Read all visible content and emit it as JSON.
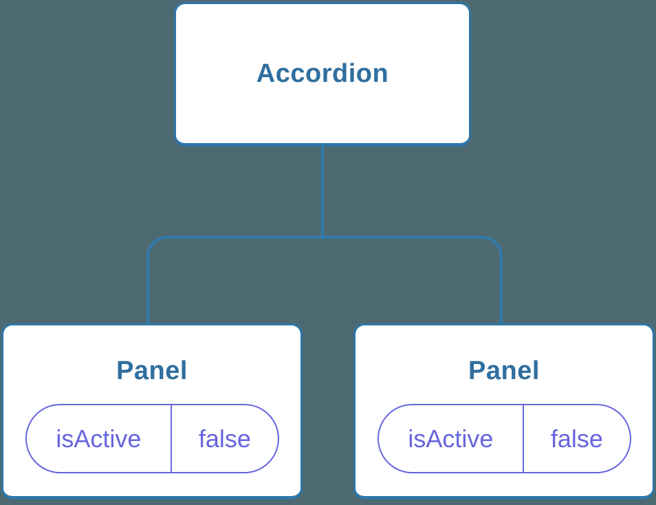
{
  "diagram": {
    "type": "component-tree",
    "root": {
      "label": "Accordion"
    },
    "children": [
      {
        "label": "Panel",
        "state": {
          "key": "isActive",
          "value": "false"
        }
      },
      {
        "label": "Panel",
        "state": {
          "key": "isActive",
          "value": "false"
        }
      }
    ]
  },
  "colors": {
    "background": "#4D6972",
    "node_fill": "#FFFFFF",
    "node_border": "#2F76A8",
    "connector_line": "#2E7BAE",
    "title_text": "#2F6F9F",
    "state_accent": "#6565DE"
  }
}
